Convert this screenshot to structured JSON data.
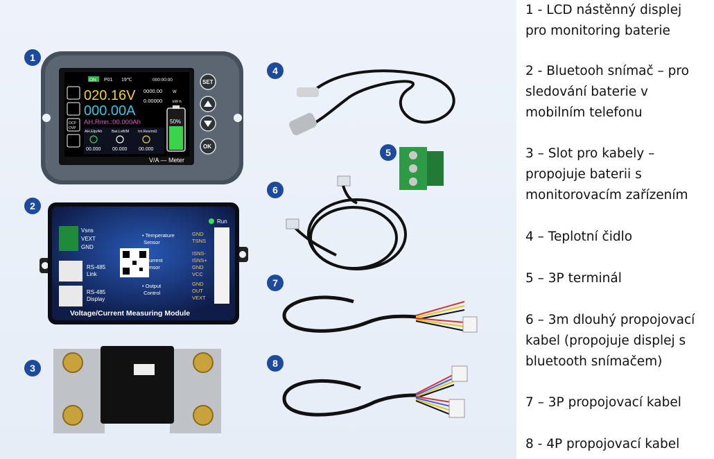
{
  "badges": [
    "1",
    "2",
    "3",
    "4",
    "5",
    "6",
    "7",
    "8"
  ],
  "meter": {
    "status_on": "ON",
    "profile": "P01",
    "temperature": "19℃",
    "time": "000:00:00",
    "voltage": "020.16V",
    "current": "000.00A",
    "power": "0000.00",
    "power_unit": "W",
    "energy": "0.00000",
    "energy_unit": "kW·h",
    "ah_remaining": "AH.Rmn.:00.000Ah",
    "battery_percent": "50%",
    "label_ah": "AH.Elp/Ah",
    "label_bat": "Bat.Left/M",
    "label_res": "Int.Res/mΩ",
    "val_ah": "00.000",
    "val_bat": "00.000",
    "val_res": "00.000",
    "btn_set": "SET",
    "btn_ok": "OK",
    "side_ocp": "OCP",
    "side_ovp": "OVP",
    "brand": "V/A — Meter"
  },
  "module": {
    "run": "Run",
    "vsns": "Vsns",
    "vext": "VEXT",
    "gnd": "GND",
    "rs485_link": "RS-485\nLink",
    "rs485_display": "RS-485\nDisplay",
    "temp_sensor": "• Temperature\n   Sensor",
    "current_sensor": "• Current\n   Sensor",
    "output_control": "• Output\n   Control",
    "pins_temp": [
      "GND",
      "TSNS"
    ],
    "pins_current": [
      "ISNS-",
      "ISNS+",
      "GND",
      "VCC"
    ],
    "pins_output": [
      "GND",
      "OUT",
      "VEXT"
    ],
    "title": "Voltage/Current Measuring Module"
  },
  "legend": [
    {
      "line1": "1 - LCD nástěnný displej",
      "line2": "pro monitoring baterie"
    },
    {
      "line1": "2 - Bluetooh snímač – pro",
      "line2": "sledování baterie v",
      "line3": "mobilním telefonu"
    },
    {
      "line1": "3 – Slot pro kabely –",
      "line2": "propojuje baterii s",
      "line3": "monitorovacím zařízením"
    },
    {
      "line1": "4 – Teplotní čidlo"
    },
    {
      "line1": "5 – 3P terminál"
    },
    {
      "line1": "6 – 3m dlouhý propojovací",
      "line2": "kabel (propojuje displej s",
      "line3": "bluetooth snímačem)"
    },
    {
      "line1": "7 – 3P propojovací kabel"
    },
    {
      "line1": "8 - 4P propojovací kabel"
    }
  ]
}
